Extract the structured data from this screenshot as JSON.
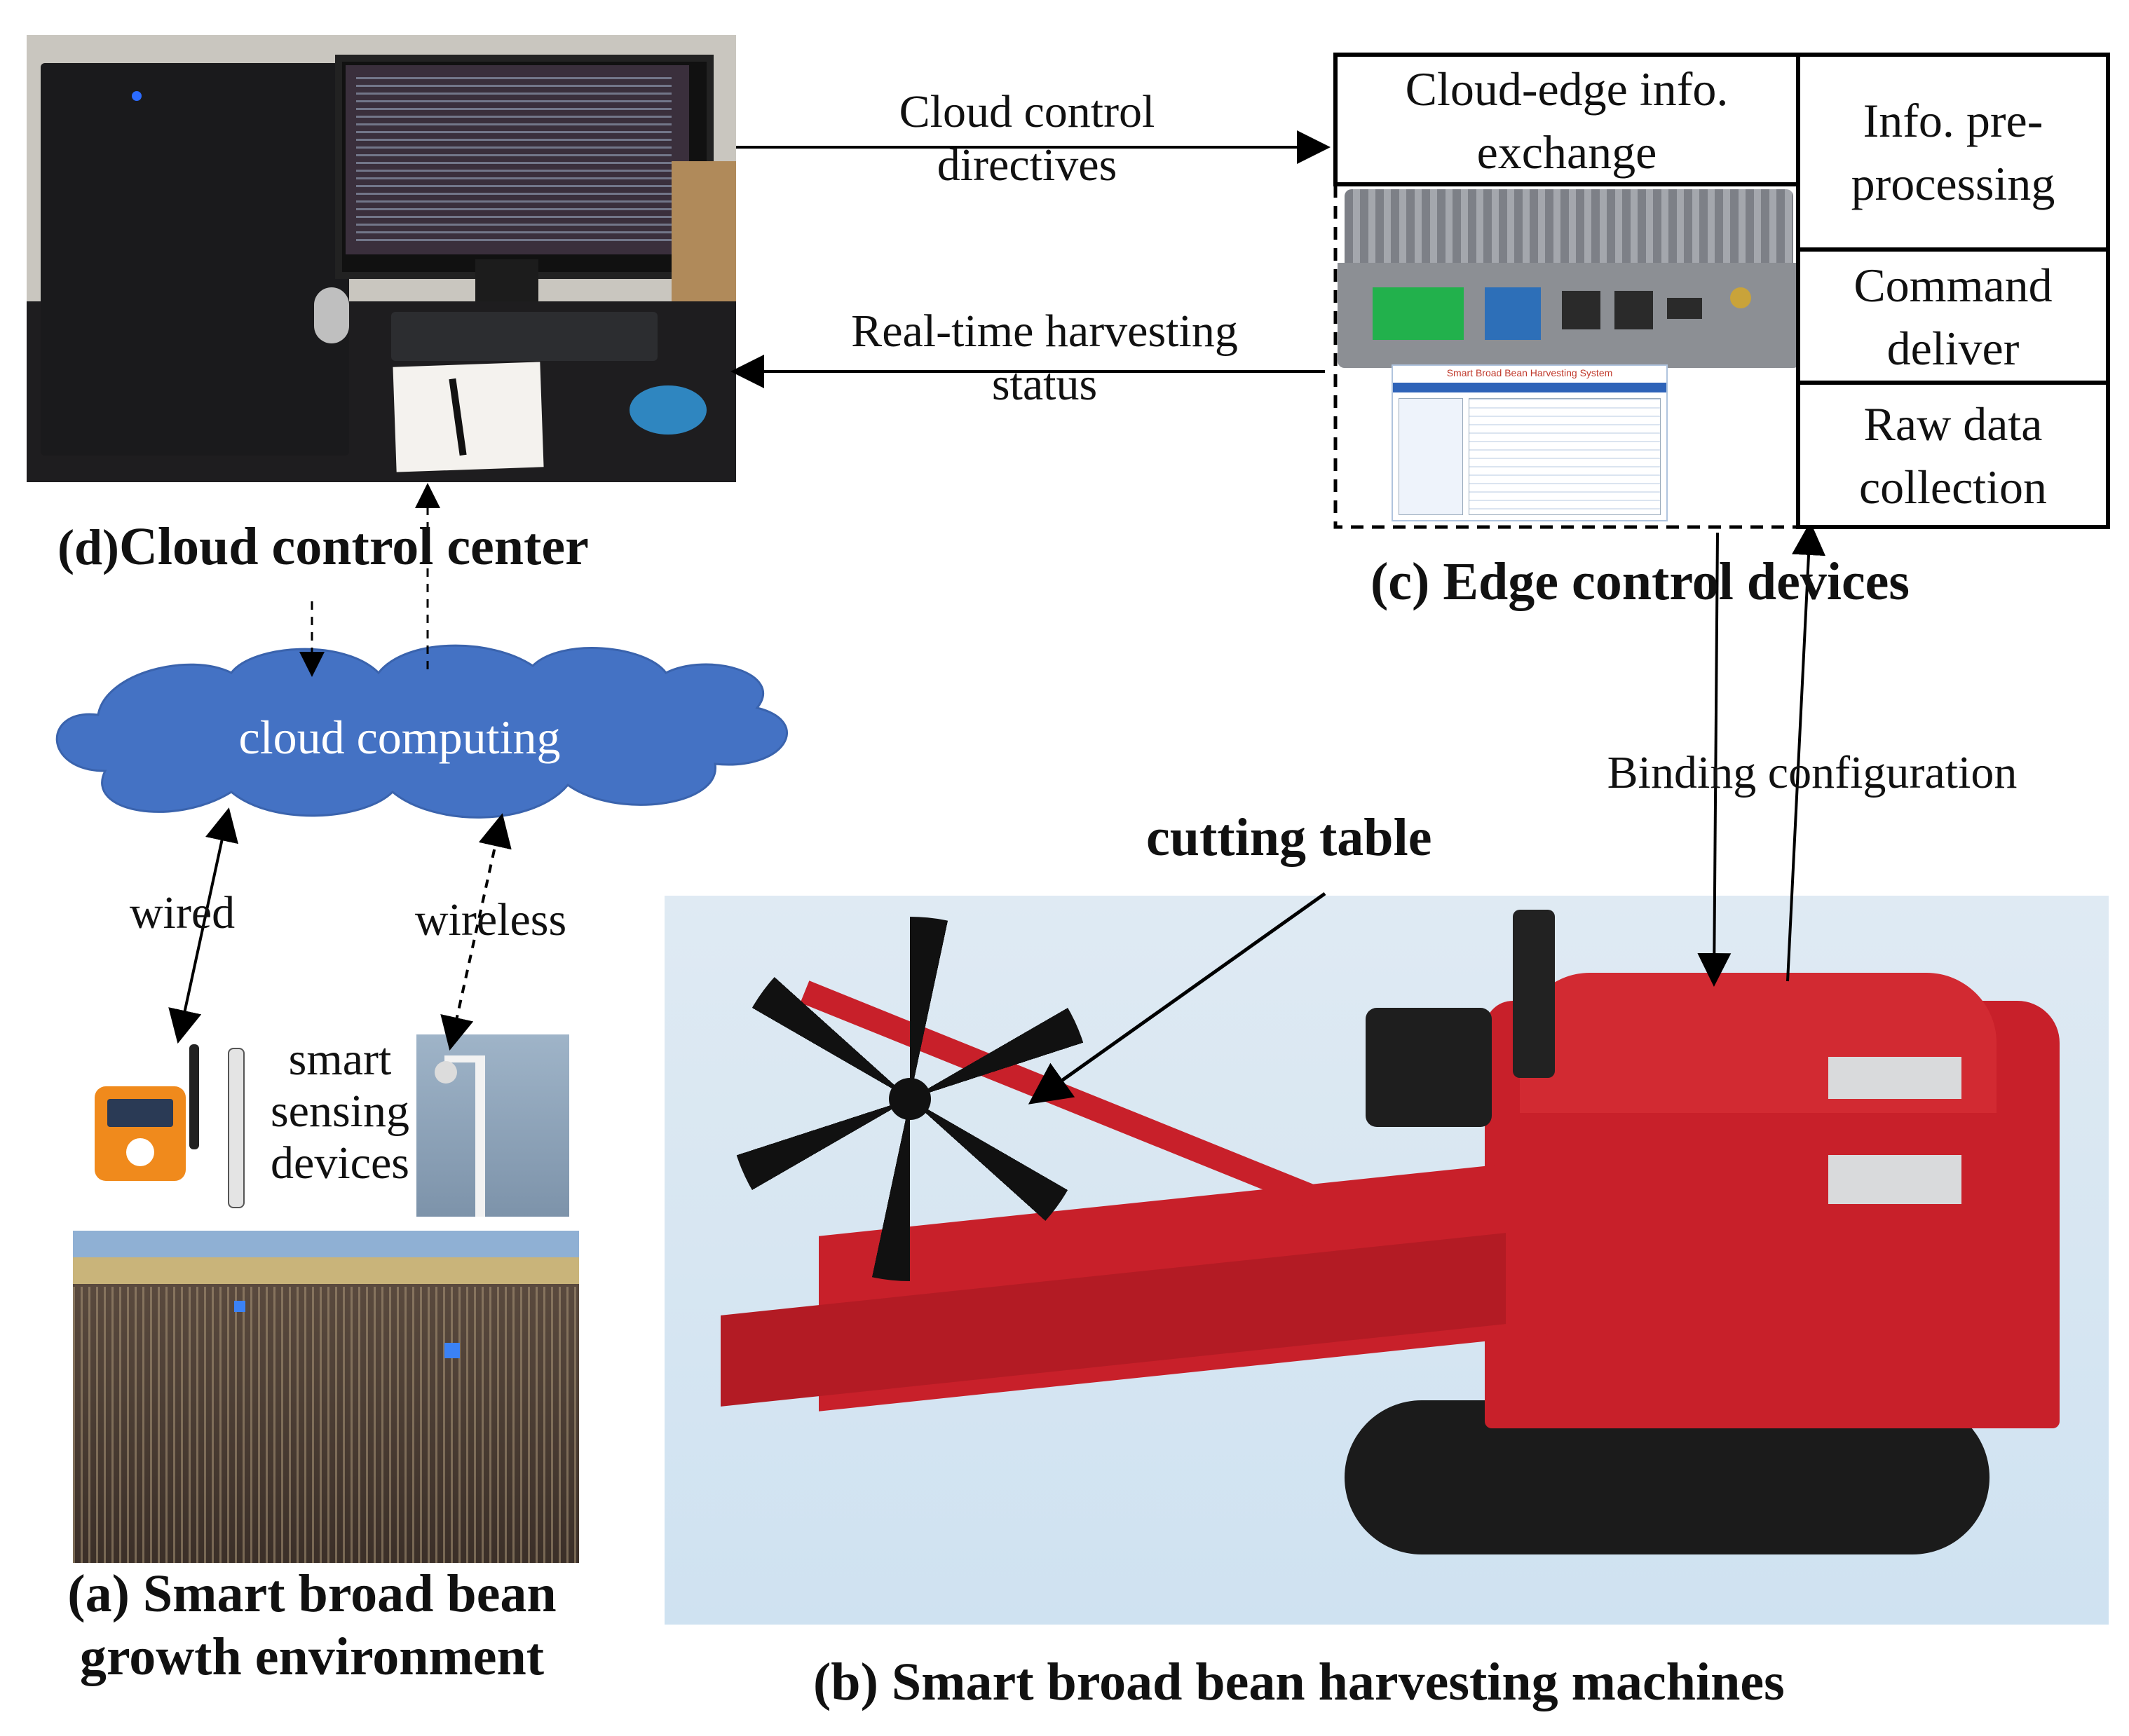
{
  "panels": {
    "cloud_center": {
      "caption_prefix": "(d)",
      "caption": "Cloud control center"
    },
    "edge": {
      "caption": "(c) Edge control devices"
    },
    "environment": {
      "caption_line1": "(a) Smart broad bean",
      "caption_line2": "growth environment"
    },
    "harvester": {
      "caption": "(b) Smart broad bean harvesting machines",
      "part_label": "cutting table"
    }
  },
  "arrows": {
    "cloud_directives_line1": "Cloud control",
    "cloud_directives_line2": "directives",
    "realtime_line1": "Real-time harvesting",
    "realtime_line2": "status",
    "binding": "Binding configuration",
    "wired": "wired",
    "wireless": "wireless"
  },
  "cloud": {
    "label": "cloud computing",
    "fill": "#4472c4"
  },
  "edge_boxes": {
    "exchange_line1": "Cloud-edge info.",
    "exchange_line2": "exchange",
    "preprocess_line1": "Info. pre-",
    "preprocess_line2": "processing",
    "command_line1": "Command",
    "command_line2": "deliver",
    "raw_line1": "Raw data",
    "raw_line2": "collection"
  },
  "sensing": {
    "line1": "smart",
    "line2": "sensing",
    "line3": "devices"
  },
  "edge_screen": {
    "title": "Smart Broad Bean Harvesting System"
  },
  "colors": {
    "harvester_red": "#c8202a",
    "edge_device_gray": "#8c8f94",
    "sky": "#d6e8f4"
  }
}
